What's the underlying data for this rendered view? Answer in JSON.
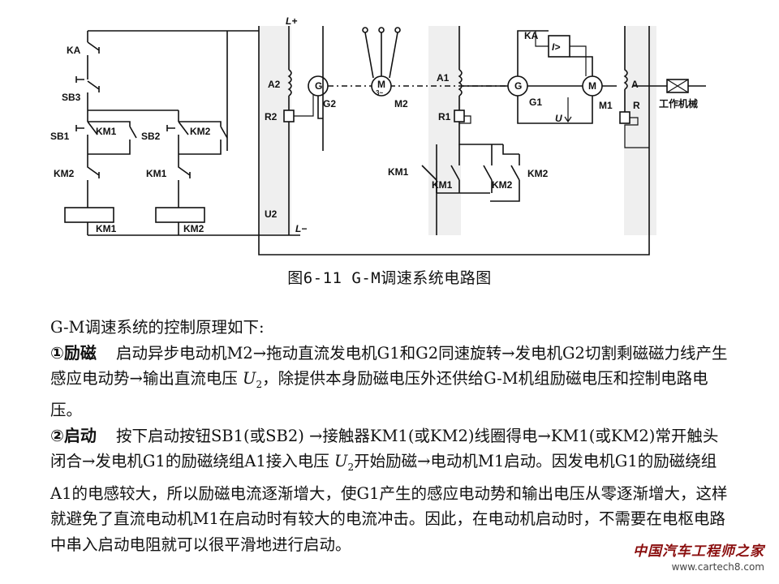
{
  "labels": {
    "KA": "KA",
    "SB3": "SB3",
    "SB1": "SB1",
    "SB2": "SB2",
    "KM1": "KM1",
    "KM2": "KM2",
    "L_plus": "L+",
    "L_minus": "L−",
    "A2": "A2",
    "R2": "R2",
    "U2": "U2",
    "G": "G",
    "M": "M",
    "M3": "3~",
    "G2": "G2",
    "M2": "M2",
    "A1": "A1",
    "R1": "R1",
    "G1": "G1",
    "M1": "M1",
    "I_relay": "I>",
    "U": "U",
    "A": "A",
    "R": "R",
    "load": "工作机械"
  },
  "caption": "图6-11 G-M调速系统电路图",
  "intro": "G-M调速系统的控制原理如下:",
  "section1": {
    "heading": "①励磁",
    "text_a": "启动异步电动机M2→拖动直流发电机G1和G2同速旋转→发电机G2切割剩磁磁力线产生感应电动势→输出直流电压",
    "sym": "U",
    "sub": "2",
    "text_b": "，除提供本身励磁电压外还供给G-M机组励磁电压和控制电路电压。"
  },
  "section2": {
    "heading": "②启动",
    "text_a": "按下启动按钮SB1(或SB2) →接触器KM1(或KM2)线圈得电→KM1(或KM2)常开触头闭合→发电机G1的励磁绕组A1接入电压",
    "sym": "U",
    "sub": "2",
    "text_b": "开始励磁→电动机M1启动。因发电机G1的励磁绕组A1的电感较大，所以励磁电流逐渐增大，使G1产生的感应电动势和输出电压从零逐渐增大，这样就避免了直流电动机M1在启动时有较大的电流冲击。因此，在电动机启动时，不需要在电枢电路中串入启动电阻就可以很平滑地进行启动。"
  },
  "watermark": {
    "cn": "中国汽车工程师之家",
    "url": "www.cartech8.com"
  }
}
